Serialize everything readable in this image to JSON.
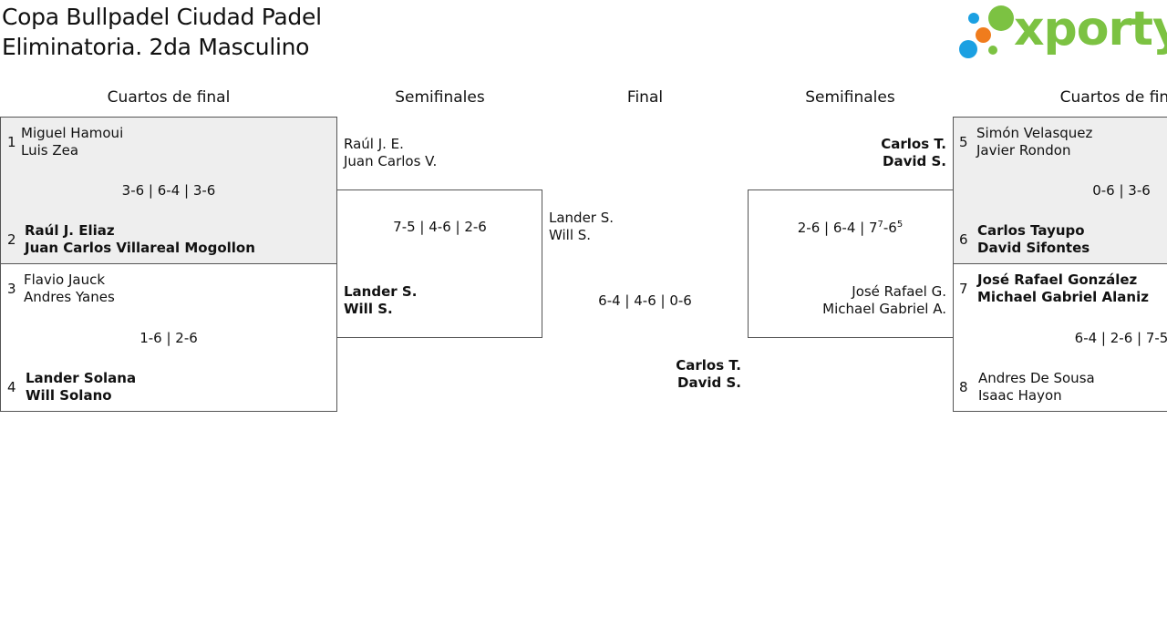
{
  "header": {
    "title_line1": "Copa Bullpadel Ciudad Padel",
    "title_line2": "Eliminatoria. 2da Masculino"
  },
  "logo": {
    "text": "xporty",
    "colors": {
      "green": "#7cc242",
      "blue": "#1ba0e2",
      "orange": "#f07c1d"
    }
  },
  "rounds": {
    "left_qf": "Cuartos de final",
    "left_sf": "Semifinales",
    "final": "Final",
    "right_sf": "Semifinales",
    "right_qf": "Cuartos de final"
  },
  "quarterfinals": [
    {
      "top_seed": "1",
      "top_players": [
        "Miguel Hamoui",
        "Luis Zea"
      ],
      "score": "3-6 | 6-4 | 3-6",
      "bottom_seed": "2",
      "bottom_players": [
        "Raúl J. Eliaz",
        "Juan Carlos Villareal Mogollon"
      ],
      "winner": "bottom"
    },
    {
      "top_seed": "3",
      "top_players": [
        "Flavio Jauck",
        "Andres Yanes"
      ],
      "score": "1-6 | 2-6",
      "bottom_seed": "4",
      "bottom_players": [
        "Lander Solana",
        "Will Solano"
      ],
      "winner": "bottom"
    },
    {
      "top_seed": "5",
      "top_players": [
        "Simón Velasquez",
        "Javier Rondon"
      ],
      "score": "0-6 | 3-6",
      "bottom_seed": "6",
      "bottom_players": [
        "Carlos Tayupo",
        "David Sifontes"
      ],
      "winner": "bottom"
    },
    {
      "top_seed": "7",
      "top_players": [
        "José Rafael González",
        "Michael Gabriel Alaniz"
      ],
      "score": "6-4 | 2-6 | 7-5",
      "bottom_seed": "8",
      "bottom_players": [
        "Andres De Sousa",
        "Isaac Hayon"
      ],
      "winner": "top"
    }
  ],
  "semifinals": [
    {
      "top_players": [
        "Raúl J. E.",
        "Juan Carlos V."
      ],
      "score": "7-5 | 4-6 | 2-6",
      "bottom_players": [
        "Lander S.",
        "Will S."
      ],
      "winner": "bottom"
    },
    {
      "top_players": [
        "Carlos T.",
        "David S."
      ],
      "score_set1": "2-6",
      "score_set2": "6-4",
      "score_set3_a": "7",
      "score_set3_a_tb": "7",
      "score_set3_b": "6",
      "score_set3_b_tb": "5",
      "bottom_players": [
        "José Rafael G.",
        "Michael Gabriel A."
      ],
      "winner": "top"
    }
  ],
  "final": {
    "top_players": [
      "Lander S.",
      "Will S."
    ],
    "score": "6-4 | 4-6 | 0-6",
    "bottom_players": [
      "Carlos T.",
      "David S."
    ],
    "winner": "bottom"
  }
}
